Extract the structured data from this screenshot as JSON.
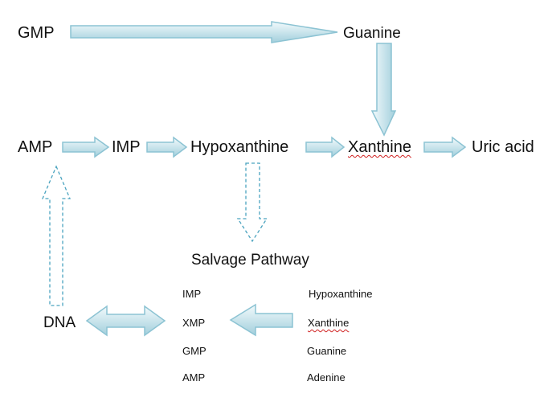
{
  "diagram": {
    "nodes": {
      "gmp": "GMP",
      "guanine": "Guanine",
      "amp": "AMP",
      "imp": "IMP",
      "hypoxanthine": "Hypoxanthine",
      "xanthine": "Xanthine",
      "uric_acid": "Uric acid",
      "dna": "DNA"
    },
    "salvage": {
      "title": "Salvage Pathway",
      "left_list": [
        "IMP",
        "XMP",
        "GMP",
        "AMP"
      ],
      "right_list": [
        "Hypoxanthine",
        "Xanthine",
        "Guanine",
        "Adenine"
      ]
    },
    "colors": {
      "arrow_fill_light": "#eaf6fa",
      "arrow_fill_dark": "#a9d4e0",
      "arrow_stroke": "#8cc3d3",
      "dashed_stroke": "#4aa3bf",
      "spell_underline": "#d02020"
    }
  }
}
